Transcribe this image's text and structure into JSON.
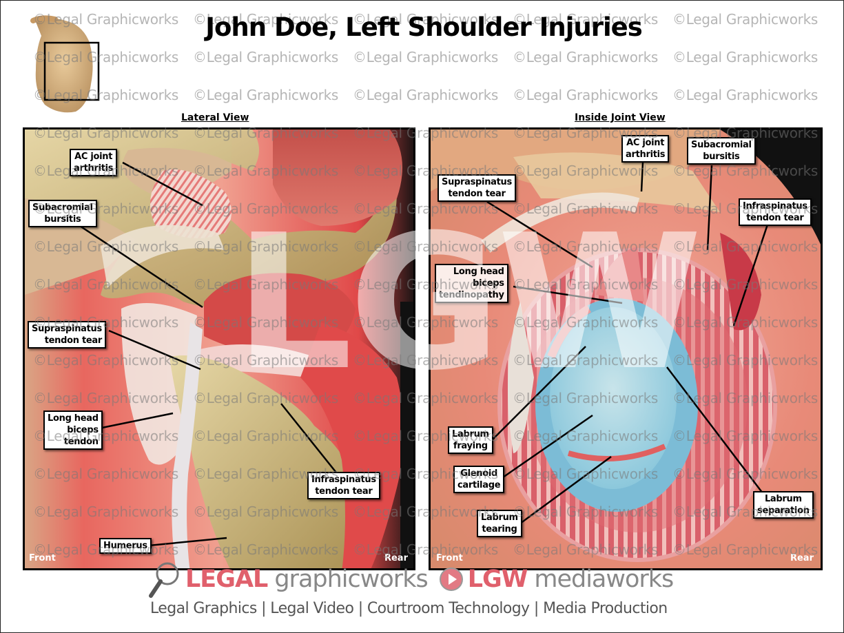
{
  "title": "John Doe, Left Shoulder Injuries",
  "watermark": {
    "text": "©Legal Graphicworks",
    "big_text": "LGW"
  },
  "thumbnail": {
    "label": "shoulder-locator"
  },
  "panels": {
    "left": {
      "heading": "Lateral View",
      "front_label": "Front",
      "rear_label": "Rear",
      "callouts": [
        {
          "id": "ac-joint-arthritis",
          "lines": [
            "AC joint",
            "arthritis"
          ]
        },
        {
          "id": "subacromial-bursitis",
          "lines": [
            "Subacromial",
            "bursitis"
          ]
        },
        {
          "id": "supraspinatus-tendon-tear",
          "lines": [
            "Supraspinatus",
            "tendon tear"
          ]
        },
        {
          "id": "long-head-biceps-tendon",
          "lines": [
            "Long head",
            "biceps",
            "tendon"
          ]
        },
        {
          "id": "infraspinatus-tendon-tear",
          "lines": [
            "Infraspinatus",
            "tendon tear"
          ]
        },
        {
          "id": "humerus",
          "lines": [
            "Humerus"
          ]
        }
      ]
    },
    "right": {
      "heading": "Inside Joint View",
      "front_label": "Front",
      "rear_label": "Rear",
      "callouts": [
        {
          "id": "ac-joint-arthritis",
          "lines": [
            "AC joint",
            "arthritis"
          ]
        },
        {
          "id": "subacromial-bursitis",
          "lines": [
            "Subacromial",
            "bursitis"
          ]
        },
        {
          "id": "supraspinatus-tendon-tear",
          "lines": [
            "Supraspinatus",
            "tendon tear"
          ]
        },
        {
          "id": "infraspinatus-tendon-tear",
          "lines": [
            "Infraspinatus",
            "tendon tear"
          ]
        },
        {
          "id": "long-head-biceps-tendinopathy",
          "lines": [
            "Long head",
            "biceps",
            "tendinopathy"
          ]
        },
        {
          "id": "labrum-fraying",
          "lines": [
            "Labrum",
            "fraying"
          ]
        },
        {
          "id": "glenoid-cartilage",
          "lines": [
            "Glenoid",
            "cartilage"
          ]
        },
        {
          "id": "labrum-tearing",
          "lines": [
            "Labrum",
            "tearing"
          ]
        },
        {
          "id": "labrum-separation",
          "lines": [
            "Labrum",
            "separation"
          ]
        }
      ]
    }
  },
  "footer": {
    "brand1_bold": "LEGAL",
    "brand1_light": "graphicworks",
    "brand2_bold": "LGW",
    "brand2_light": "mediaworks",
    "tagline": "Legal Graphics | Legal Video | Courtroom Technology | Media Production",
    "icons": [
      "magnifier-icon",
      "play-icon"
    ]
  },
  "colors": {
    "brand_red": "#e0606c",
    "brand_gray": "#888888",
    "muscle_red": "#d9534f",
    "bone_tan": "#c9b57a",
    "cartilage_blue": "#8cc8dc"
  }
}
